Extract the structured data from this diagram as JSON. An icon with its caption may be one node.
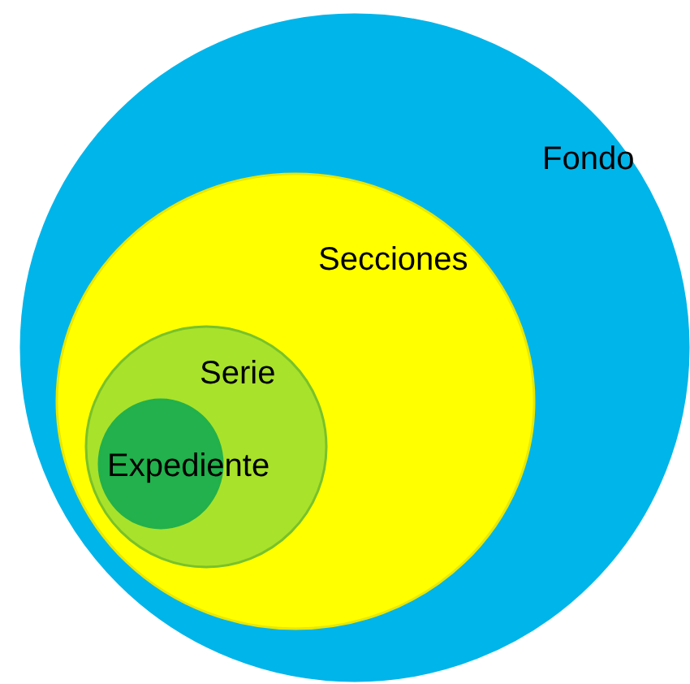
{
  "diagram": {
    "nodes": [
      {
        "text": [
          "Fondo"
        ]
      },
      {
        "text": [
          "Secciones"
        ],
        "in": 0
      },
      {
        "text": [
          "Serie"
        ],
        "in": 1
      },
      {
        "text": [
          "Expediente"
        ],
        "in": 2
      }
    ]
  }
}
